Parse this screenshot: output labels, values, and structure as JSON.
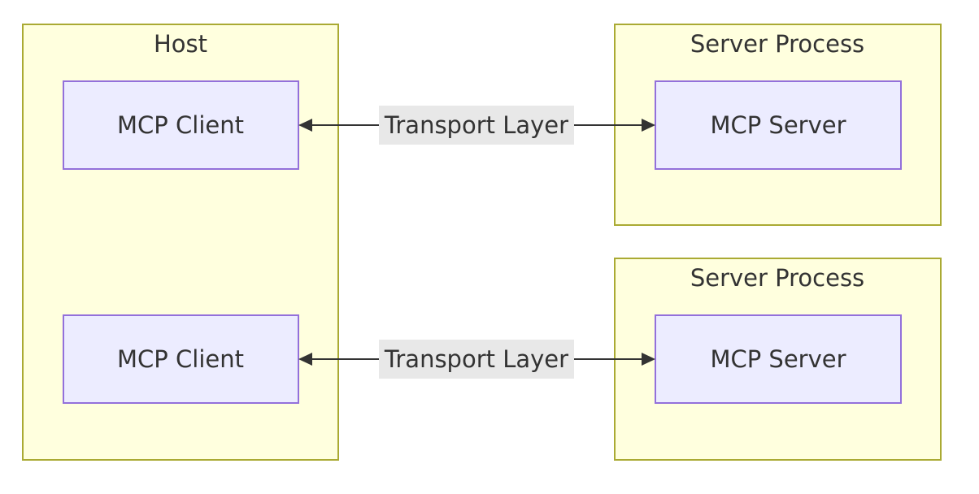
{
  "diagram": {
    "host": {
      "title": "Host",
      "clients": [
        "MCP Client",
        "MCP Client"
      ]
    },
    "server_processes": [
      {
        "title": "Server Process",
        "server": "MCP Server"
      },
      {
        "title": "Server Process",
        "server": "MCP Server"
      }
    ],
    "edges": [
      {
        "label": "Transport Layer"
      },
      {
        "label": "Transport Layer"
      }
    ],
    "colors": {
      "cluster_fill": "#ffffde",
      "cluster_stroke": "#aaaa33",
      "node_fill": "#ececff",
      "node_stroke": "#9370db",
      "text": "#333333",
      "edge_label_bg": "#e8e8e8"
    }
  }
}
